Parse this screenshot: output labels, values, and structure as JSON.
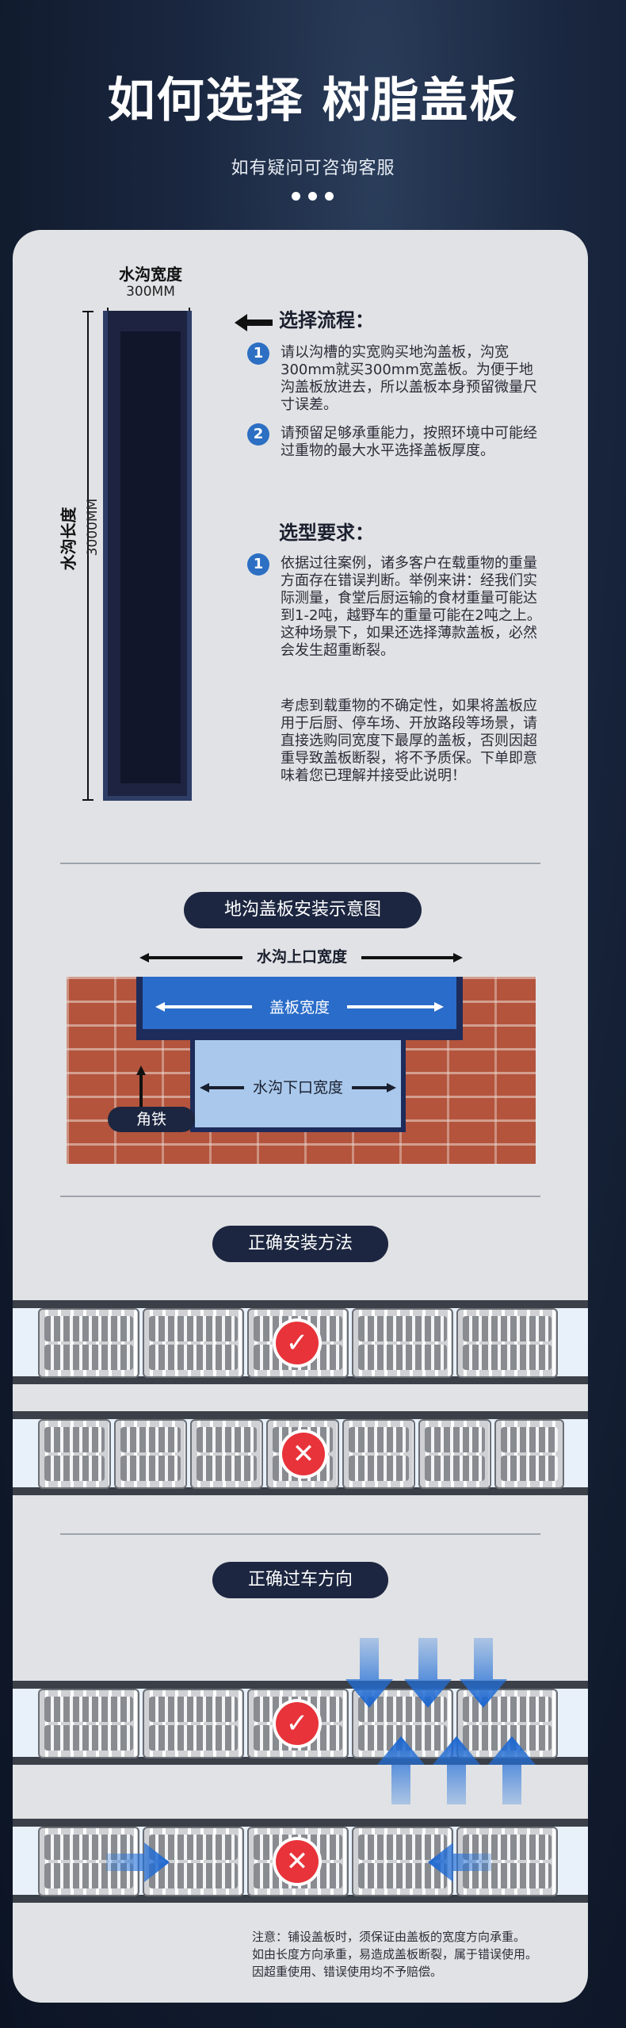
{
  "header": {
    "title": "如何选择 树脂盖板",
    "subtitle": "如有疑问可咨询客服"
  },
  "diagram": {
    "width_label": "水沟宽度",
    "width_value": "300MM",
    "length_label": "水沟长度",
    "length_value": "3000MM"
  },
  "process": {
    "heading": "选择流程：",
    "items": [
      {
        "num": "1",
        "text": "请以沟槽的实宽购买地沟盖板，沟宽300mm就买300mm宽盖板。为便于地沟盖板放进去，所以盖板本身预留微量尺寸误差。"
      },
      {
        "num": "2",
        "text": "请预留足够承重能力，按照环境中可能经过重物的最大水平选择盖板厚度。"
      }
    ]
  },
  "requirements": {
    "heading": "选型要求：",
    "num": "1",
    "text1": "依据过往案例，诸多客户在载重物的重量方面存在错误判断。举例来讲：经我们实际测量，食堂后厨运输的食材重量可能达到1-2吨，越野车的重量可能在2吨之上。这种场景下，如果还选择薄款盖板，必然会发生超重断裂。",
    "text2": "考虑到载重物的不确定性，如果将盖板应用于后厨、停车场、开放路段等场景，请直接选购同宽度下最厚的盖板，否则因超重导致盖板断裂，将不予质保。下单即意味着您已理解并接受此说明！"
  },
  "install_diagram": {
    "pill": "地沟盖板安装示意图",
    "top_width": "水沟上口宽度",
    "cover_width": "盖板宽度",
    "bottom_width": "水沟下口宽度",
    "angle_iron": "角铁"
  },
  "install_method": {
    "pill": "正确安装方法"
  },
  "car_direction": {
    "pill": "正确过车方向"
  },
  "note": {
    "line1": "注意：铺设盖板时，须保证由盖板的宽度方向承重。",
    "line2": "如由长度方向承重，易造成盖板断裂，属于错误使用。",
    "line3": "因超重使用、错误使用均不予赔偿。"
  },
  "colors": {
    "accent": "#2c6fc3",
    "check": "#e8333a",
    "dark": "#1c2640"
  }
}
